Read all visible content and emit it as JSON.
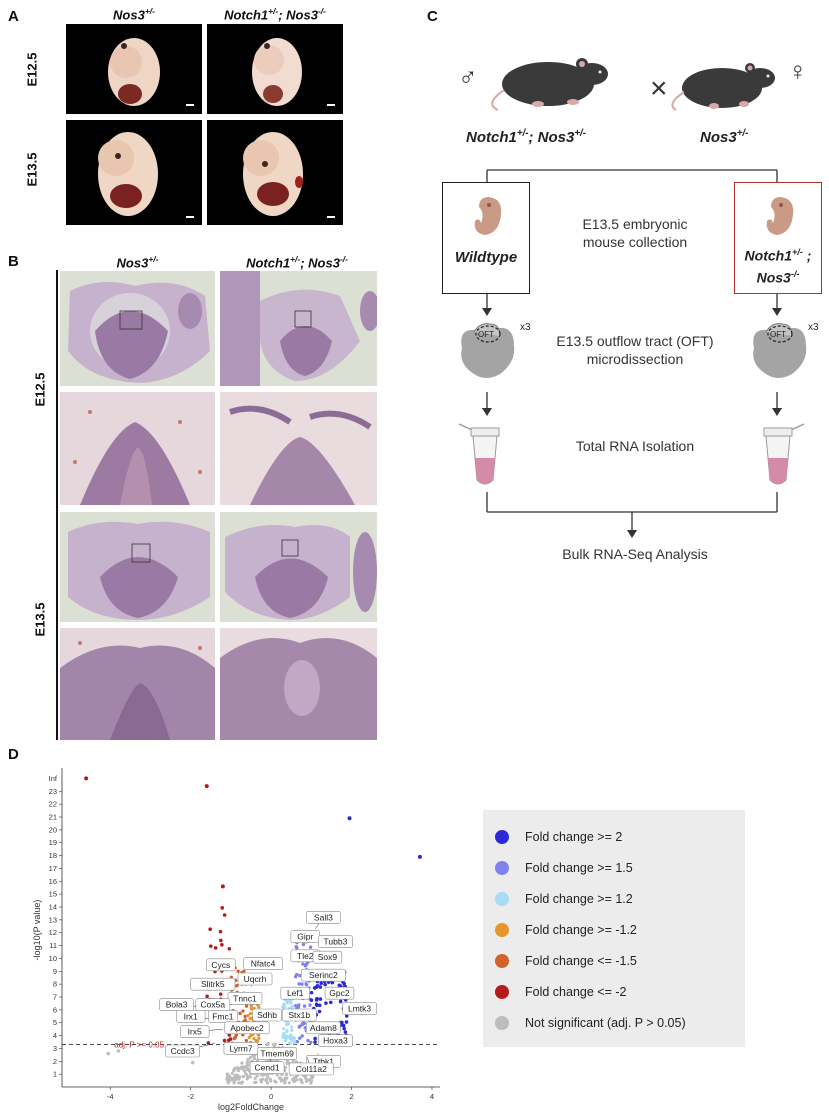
{
  "panels": {
    "A": {
      "letter": "A",
      "col_headers": [
        "Nos3",
        "Notch1",
        "; Nos3"
      ],
      "col1_sup": "+/-",
      "col2_sup1": "+/-",
      "col2_sup2": "-/-",
      "rows": [
        "E12.5",
        "E13.5"
      ]
    },
    "B": {
      "letter": "B",
      "col1": "Nos3",
      "col1_sup": "+/-",
      "col2a": "Notch1",
      "col2_sup1": "+/-",
      "col2b": "; Nos3",
      "col2_sup2": "-/-",
      "rows": [
        "E12.5",
        "E13.5"
      ]
    },
    "C": {
      "letter": "C",
      "male_symbol": "♂",
      "female_symbol": "♀",
      "cross_symbol": "×",
      "male_geno_a": "Notch1",
      "male_geno_sup1": "+/-",
      "male_geno_b": "; Nos3",
      "male_geno_sup2": "+/-",
      "female_geno": "Nos3",
      "female_geno_sup": "+/-",
      "wildtype": "Wildtype",
      "mutant_a": "Notch1",
      "mutant_sup1": "+/-",
      "mutant_b": " ;",
      "mutant_c": "Nos3",
      "mutant_sup2": "-/-",
      "step1_line1": "E13.5 embryonic",
      "step1_line2": "mouse collection",
      "step2_line1": "E13.5 outflow tract (OFT)",
      "step2_line2": "microdissection",
      "oft_label": "OFT",
      "replicates": "x3",
      "step3": "Total RNA Isolation",
      "step4": "Bulk RNA-Seq Analysis"
    },
    "D": {
      "letter": "D"
    }
  },
  "chart_data": {
    "type": "scatter",
    "title": "",
    "xlabel": "log2FoldChange",
    "ylabel": "-log10(P value)",
    "xlim": [
      -5.2,
      4.2
    ],
    "ylim": [
      0,
      24.5
    ],
    "x_ticks": [
      -4,
      -2,
      0,
      2,
      4
    ],
    "y_ticks": [
      1,
      2,
      3,
      4,
      5,
      6,
      7,
      8,
      9,
      10,
      11,
      12,
      13,
      14,
      15,
      16,
      17,
      18,
      19,
      20,
      21,
      22,
      23
    ],
    "y_top_tick": "Inf",
    "threshold": {
      "y": 3.3,
      "label": "adj. P >= 0.05",
      "color": "#b22222"
    },
    "legend": [
      {
        "label": "Fold change >= 2",
        "color": "#2a2ad8"
      },
      {
        "label": "Fold change >= 1.5",
        "color": "#8080f0"
      },
      {
        "label": "Fold change >= 1.2",
        "color": "#a8dcf4"
      },
      {
        "label": "Fold change >= -1.2",
        "color": "#e8962a"
      },
      {
        "label": "Fold change <= -1.5",
        "color": "#d2622a"
      },
      {
        "label": "Fold change <= -2",
        "color": "#b51b1b"
      },
      {
        "label": "Not significant (adj. P > 0.05)",
        "color": "#bdbdbd"
      }
    ],
    "labeled_genes": [
      "Sall3",
      "Gipr",
      "Tubb3",
      "Tle2",
      "Sox9",
      "Nfatc4",
      "Cycs",
      "Serinc2",
      "Uqcrh",
      "Slitrk5",
      "Lef1",
      "Gpc2",
      "Tnnc1",
      "Bola3",
      "Cox5a",
      "Lmtk3",
      "Sdhb",
      "Stx1b",
      "Irx1",
      "Fmc1",
      "Adam8",
      "Apobec2",
      "Irx5",
      "Hoxa3",
      "Ccdc3",
      "Lyrm7",
      "Tmem69",
      "Ttbk1",
      "Cend1",
      "Col11a2"
    ]
  }
}
